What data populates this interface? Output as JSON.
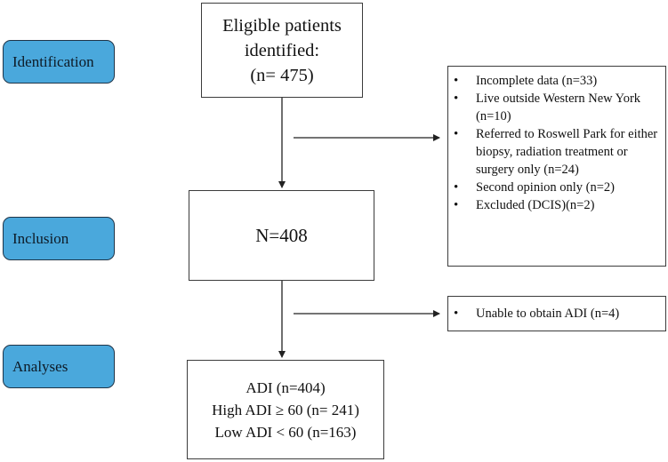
{
  "stages": {
    "identification": "Identification",
    "inclusion": "Inclusion",
    "analyses": "Analyses"
  },
  "flow": {
    "eligible": {
      "line1": "Eligible patients",
      "line2": "identified:",
      "line3": "(n= 475)"
    },
    "included": {
      "text": "N=408"
    },
    "analyzed": {
      "line1": "ADI (n=404)",
      "line2": "High ADI ≥ 60 (n= 241)",
      "line3": "Low ADI < 60 (n=163)"
    }
  },
  "exclusions_first": [
    "Incomplete data (n=33)",
    "Live outside Western New York (n=10)",
    "Referred to Roswell Park for either biopsy, radiation treatment or surgery only (n=24)",
    "Second opinion only (n=2)",
    "Excluded (DCIS)(n=2)"
  ],
  "exclusions_second": [
    "Unable to obtain  ADI (n=4)"
  ],
  "colors": {
    "stage_fill": "#4aa8dc",
    "stage_border": "#1f3448",
    "box_border": "#3c3c3c",
    "arrow": "#222222"
  }
}
